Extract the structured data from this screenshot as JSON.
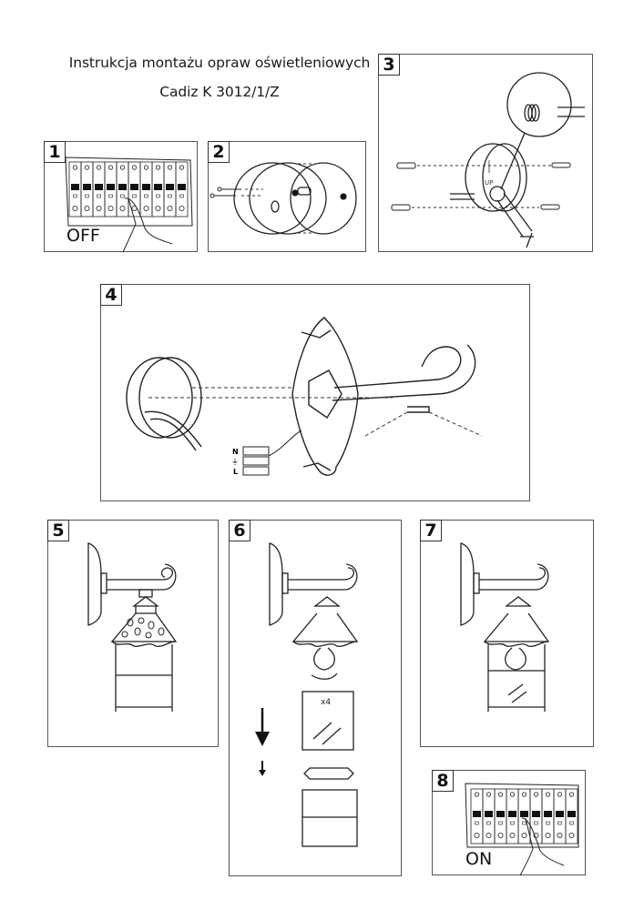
{
  "header": {
    "title": "Instrukcja montażu opraw oświetleniowych",
    "model": "Cadiz K 3012/1/Z"
  },
  "steps": [
    {
      "number": "1",
      "caption": "OFF",
      "depicts": "breaker-panel-switch-off"
    },
    {
      "number": "2",
      "caption": "",
      "depicts": "mounting-plate-screws"
    },
    {
      "number": "3",
      "caption": "",
      "depicts": "wall-mounting-with-anchors",
      "marking": "UP"
    },
    {
      "number": "4",
      "caption": "",
      "depicts": "wiring-and-arm-attachment",
      "terminals": [
        "N",
        "⏚",
        "L"
      ]
    },
    {
      "number": "5",
      "caption": "",
      "depicts": "lamp-frame-removal"
    },
    {
      "number": "6",
      "caption": "",
      "depicts": "bulb-and-glass-insert",
      "glass_count": "x4"
    },
    {
      "number": "7",
      "caption": "",
      "depicts": "lamp-frame-reattach"
    },
    {
      "number": "8",
      "caption": "ON",
      "depicts": "breaker-panel-switch-on"
    }
  ],
  "colors": {
    "line": "#222222",
    "border": "#555555",
    "background": "#ffffff"
  }
}
